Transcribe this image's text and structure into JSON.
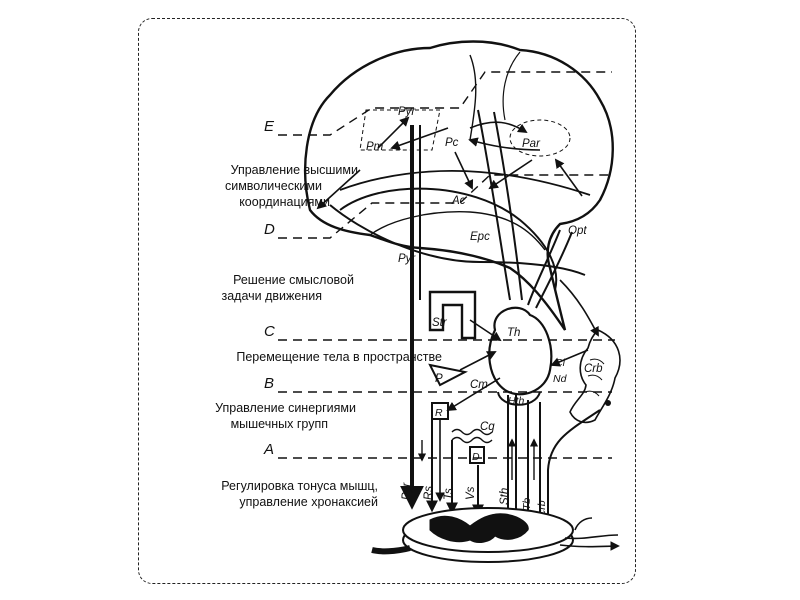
{
  "levels": [
    {
      "letter": "E",
      "caption": [
        "Управление высшими",
        "символическими",
        "координациями"
      ]
    },
    {
      "letter": "D",
      "caption": [
        "Решение смысловой",
        "задачи движения"
      ]
    },
    {
      "letter": "C",
      "caption": [
        "Перемещение тела в пространстве"
      ]
    },
    {
      "letter": "B",
      "caption": [
        "Управление синергиями",
        "мышечных групп"
      ]
    },
    {
      "letter": "A",
      "caption": [
        "Регулировка тонуса мышц,",
        "управление хронаксией"
      ]
    }
  ],
  "structures": {
    "pyr_top": "Pyr",
    "pm": "Pm",
    "pc": "Pc",
    "par": "Par",
    "ac": "Ac",
    "epc": "Epc",
    "opt": "Opt",
    "pyr_mid": "Pyr",
    "str": "Str",
    "th": "Th",
    "p": "P",
    "cm": "Cm",
    "cl": "Cl",
    "nd": "Nd",
    "crb": "Crb",
    "hth": "Hth",
    "r": "R",
    "cq": "Cq",
    "d": "D"
  },
  "tracts": {
    "pyr": "Pyr",
    "rs": "Rs",
    "ts": "Ts",
    "vs": "Vs",
    "sth": "Sth",
    "tb": "Tb",
    "scrb": "Scrb"
  }
}
